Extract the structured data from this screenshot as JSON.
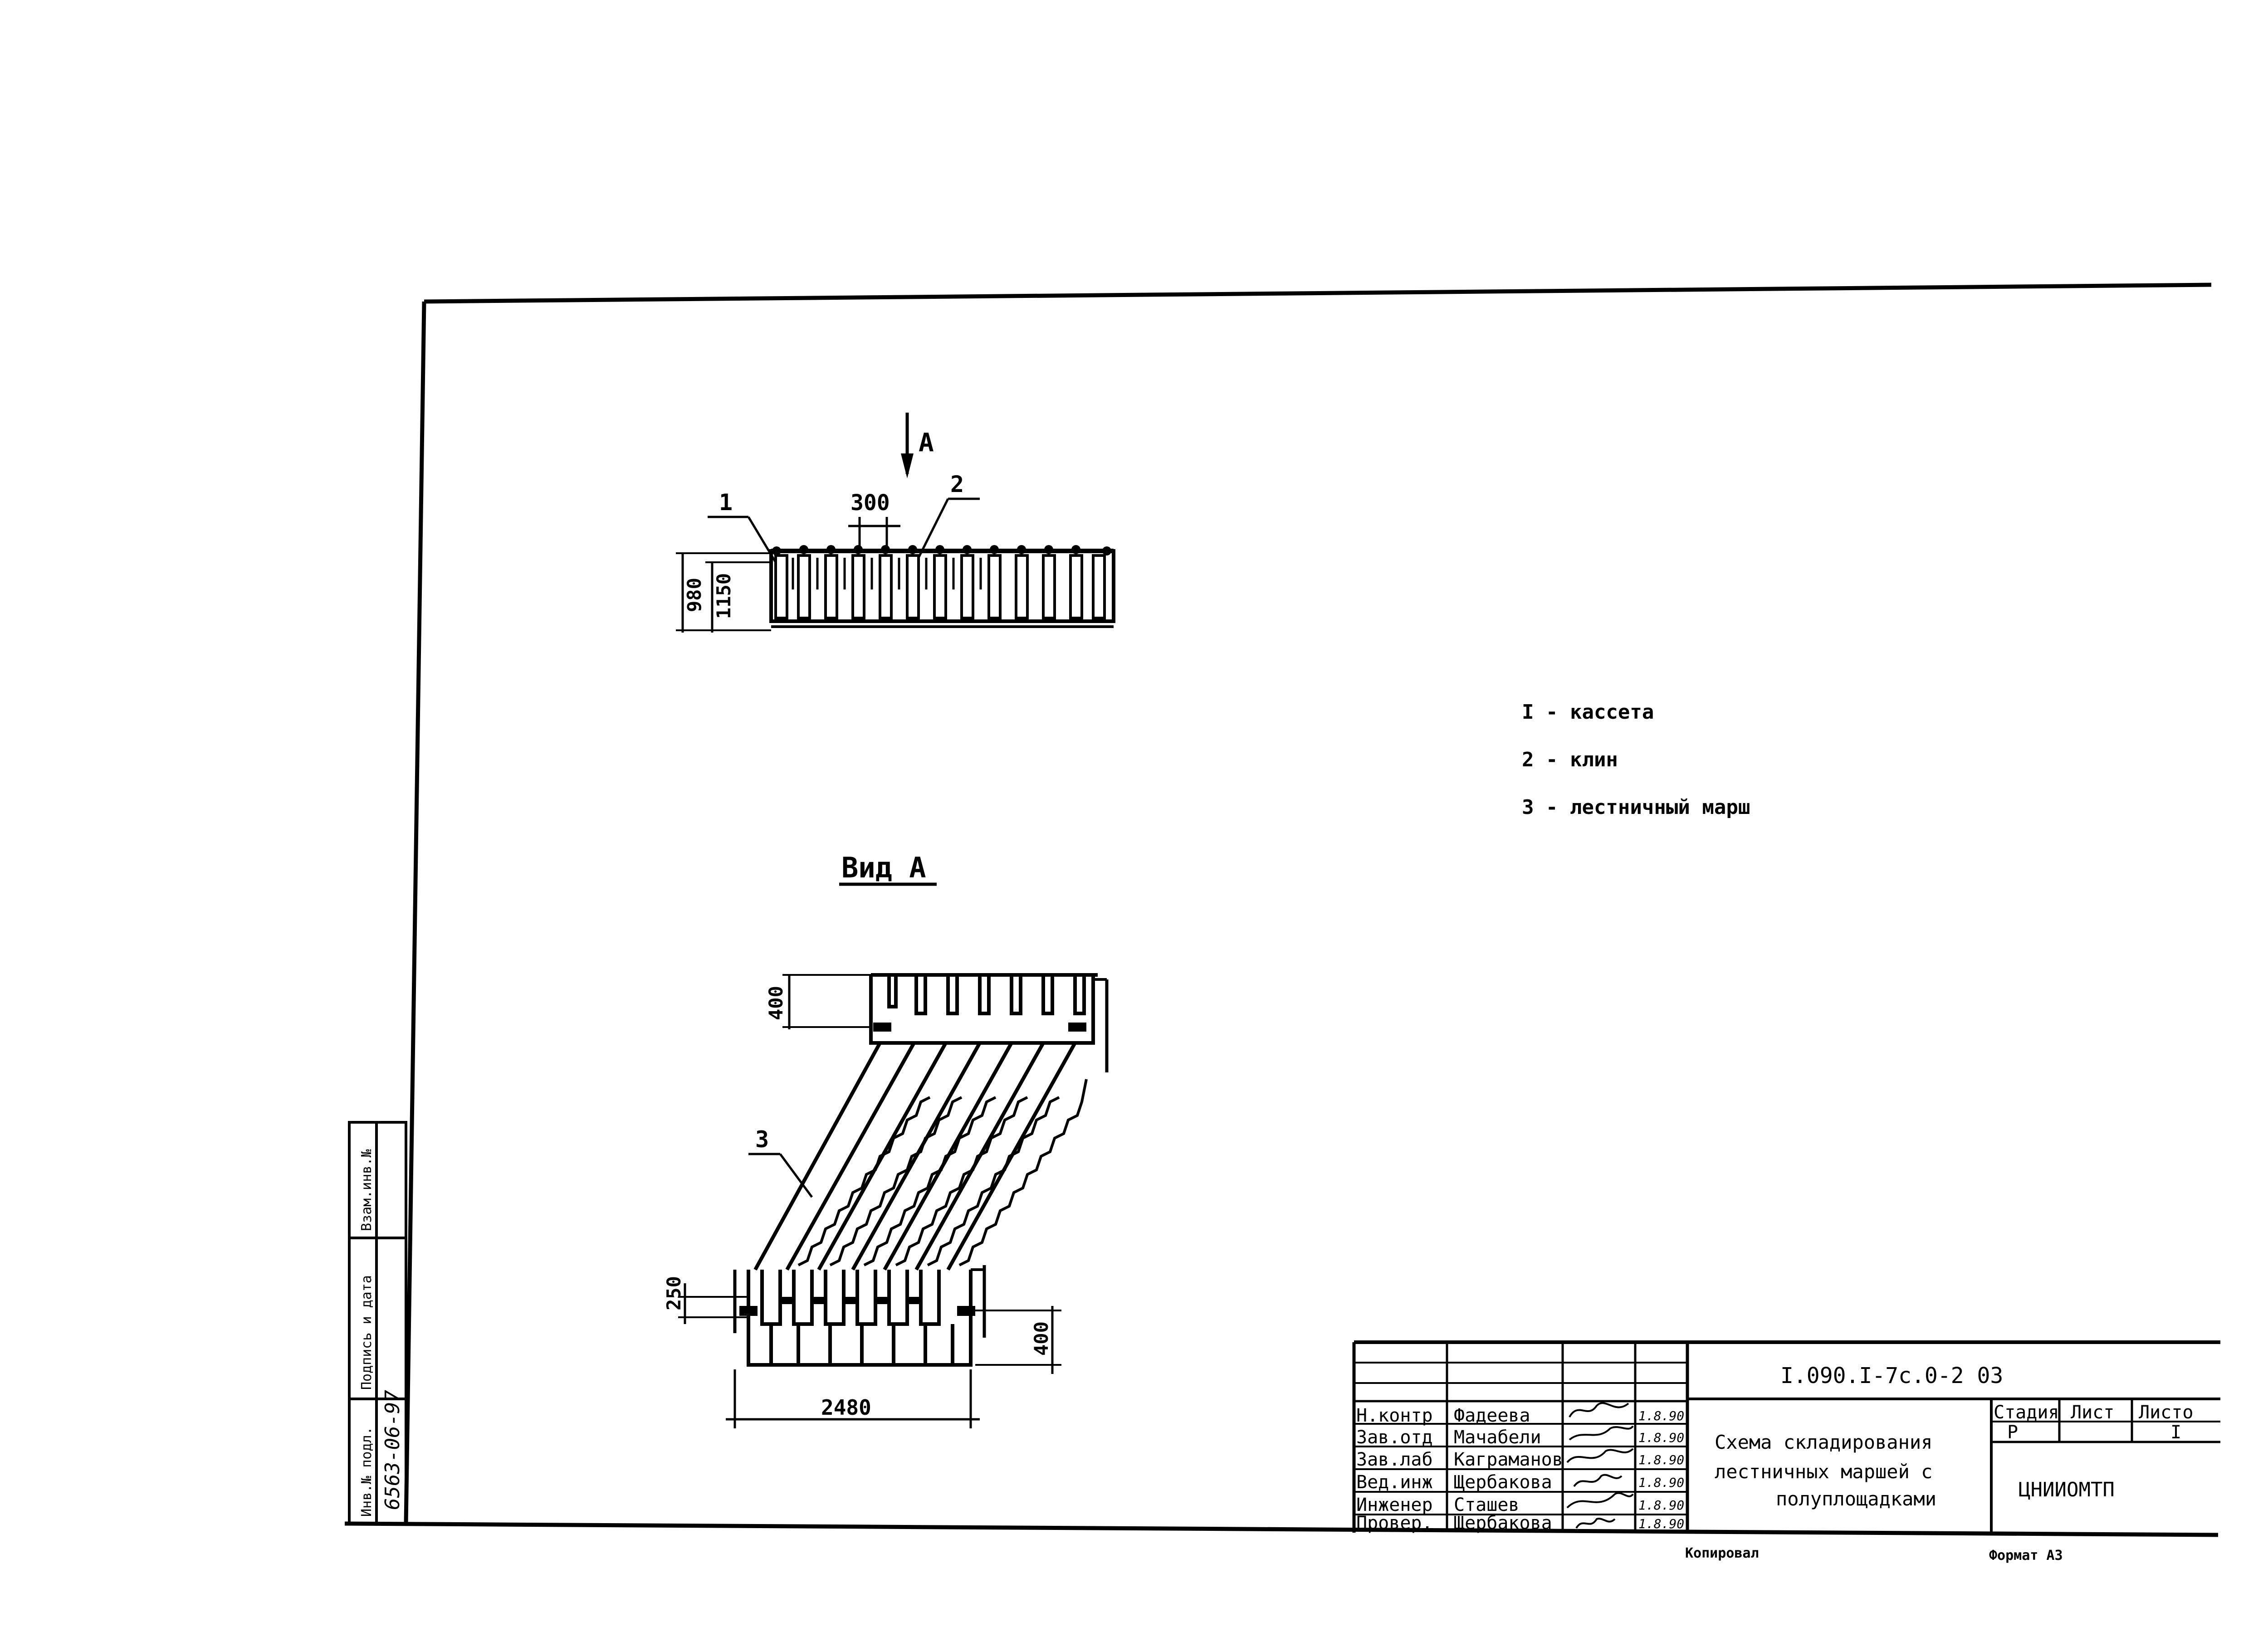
{
  "sheet": {
    "code": "I.090.I-7c.0-2 03",
    "title_lines": [
      "Схема складирования",
      "лестничных маршей с",
      "полуплощадками"
    ],
    "organization": "ЦНИИОМТП",
    "copied_label": "Копировал",
    "format_label": "Формат А3",
    "stage_header": "Стадия",
    "sheet_header": "Лист",
    "sheets_header": "Листо",
    "stage_value": "Р",
    "sheet_value": "I"
  },
  "signatures": [
    {
      "role": "Н.контр",
      "name": "Фадеева",
      "date": "1.8.90"
    },
    {
      "role": "Зав.отд",
      "name": "Мачабели",
      "date": "1.8.90"
    },
    {
      "role": "Зав.лаб",
      "name": "Каграманов",
      "date": "1.8.90"
    },
    {
      "role": "Вед.инж",
      "name": "Щербакова",
      "date": "1.8.90"
    },
    {
      "role": "Инженер",
      "name": "Сташев",
      "date": "1.8.90"
    },
    {
      "role": "Провер.",
      "name": "Щербакова",
      "date": "1.8.90"
    }
  ],
  "side_stamp": {
    "inv_label": "Инв.№ подл.",
    "inv_value": "6563-06-97",
    "sign_label": "Подпись и дата",
    "vzam_label": "Взам.инв.№"
  },
  "legend": [
    "I - кассета",
    "2 - клин",
    "3 - лестничный марш"
  ],
  "drawing": {
    "arrow_label": "А",
    "view_label": "Вид А",
    "callout_1": "1",
    "callout_2": "2",
    "callout_3": "3",
    "dim_300": "300",
    "dim_980": "980",
    "dim_1150": "1150",
    "dim_400_top": "400",
    "dim_250": "250",
    "dim_400_bottom": "400",
    "dim_2480": "2480"
  }
}
